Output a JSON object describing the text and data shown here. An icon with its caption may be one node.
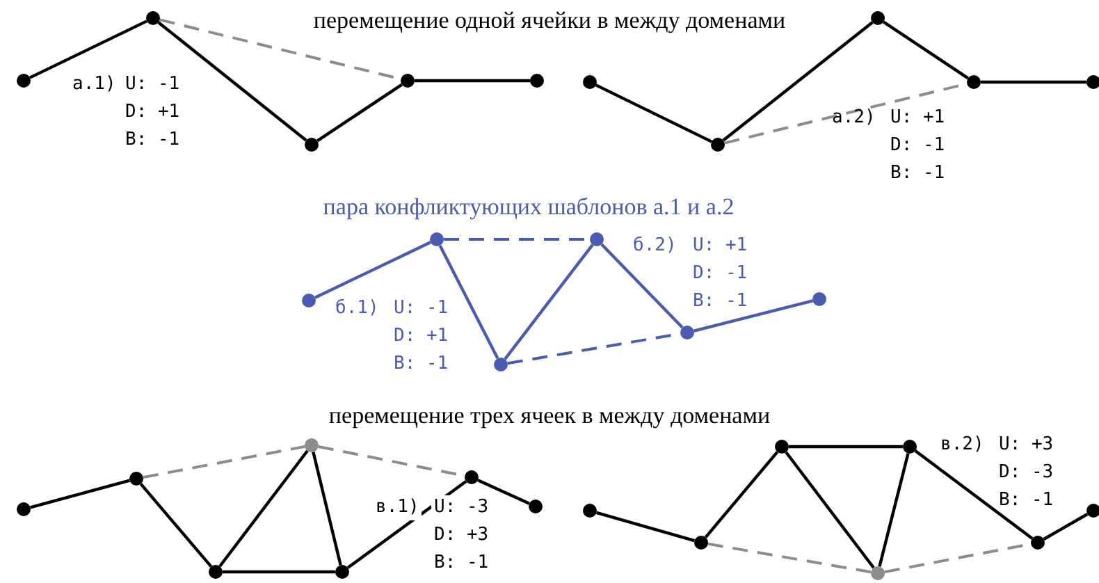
{
  "diagram": {
    "nodes": [
      {
        "text": [],
        "shape": "circle"
      },
      {
        "text": [],
        "shape": "circle"
      },
      {
        "text": [],
        "shape": "circle"
      },
      {
        "text": [],
        "shape": "circle"
      },
      {
        "text": [],
        "shape": "circle"
      },
      {
        "text": [],
        "shape": "circle"
      },
      {
        "text": [],
        "shape": "circle"
      },
      {
        "text": [],
        "shape": "circle"
      },
      {
        "text": [],
        "shape": "circle"
      },
      {
        "text": [],
        "shape": "circle"
      },
      {
        "text": [],
        "shape": "circle"
      },
      {
        "text": [],
        "shape": "circle"
      },
      {
        "text": [],
        "shape": "circle"
      },
      {
        "text": [],
        "shape": "circle"
      },
      {
        "text": [],
        "shape": "circle"
      },
      {
        "text": [],
        "shape": "circle"
      },
      {
        "text": [],
        "shape": "circle"
      },
      {
        "text": [],
        "shape": "circle"
      },
      {
        "text": [],
        "shape": "circle"
      },
      {
        "text": [],
        "shape": "circle"
      },
      {
        "text": [],
        "shape": "circle"
      },
      {
        "text": [],
        "shape": "circle"
      },
      {
        "text": [],
        "shape": "circle"
      },
      {
        "text": [],
        "shape": "circle"
      },
      {
        "text": [],
        "shape": "circle"
      },
      {
        "text": [],
        "shape": "circle"
      },
      {
        "text": [],
        "shape": "circle"
      },
      {
        "text": [],
        "shape": "circle"
      },
      {
        "text": [],
        "shape": "circle"
      },
      {
        "text": [],
        "shape": "circle"
      }
    ],
    "edges": [
      {
        "from": 0,
        "to": 1,
        "arrow": "none"
      },
      {
        "from": 1,
        "to": 2,
        "arrow": "none"
      },
      {
        "from": 2,
        "to": 3,
        "arrow": "none"
      },
      {
        "from": 3,
        "to": 4,
        "arrow": "none"
      },
      {
        "from": 1,
        "to": 3,
        "arrow": "none",
        "style": "dashed",
        "color": "#8c8c8c"
      },
      {
        "from": 5,
        "to": 6,
        "arrow": "none"
      },
      {
        "from": 6,
        "to": 7,
        "arrow": "none"
      },
      {
        "from": 7,
        "to": 8,
        "arrow": "none"
      },
      {
        "from": 8,
        "to": 9,
        "arrow": "none"
      },
      {
        "from": 6,
        "to": 8,
        "arrow": "none",
        "style": "dashed",
        "color": "#8c8c8c"
      },
      {
        "from": 10,
        "to": 11,
        "arrow": "none",
        "color": "#4a5cb0"
      },
      {
        "from": 11,
        "to": 12,
        "arrow": "none",
        "color": "#4a5cb0"
      },
      {
        "from": 12,
        "to": 13,
        "arrow": "none",
        "color": "#4a5cb0"
      },
      {
        "from": 13,
        "to": 14,
        "arrow": "none",
        "color": "#4a5cb0"
      },
      {
        "from": 14,
        "to": 15,
        "arrow": "none",
        "color": "#4a5cb0"
      },
      {
        "from": 11,
        "to": 13,
        "arrow": "none",
        "style": "dashed",
        "color": "#4a5cb0"
      },
      {
        "from": 12,
        "to": 14,
        "arrow": "none",
        "style": "dashed",
        "color": "#4a5cb0"
      },
      {
        "from": 16,
        "to": 17,
        "arrow": "none"
      },
      {
        "from": 17,
        "to": 18,
        "arrow": "none"
      },
      {
        "from": 18,
        "to": 19,
        "arrow": "none"
      },
      {
        "from": 19,
        "to": 21,
        "arrow": "none"
      },
      {
        "from": 21,
        "to": 22,
        "arrow": "none"
      },
      {
        "from": 20,
        "to": 18,
        "arrow": "none"
      },
      {
        "from": 20,
        "to": 19,
        "arrow": "none"
      },
      {
        "from": 17,
        "to": 20,
        "arrow": "none",
        "style": "dashed",
        "color": "#8c8c8c"
      },
      {
        "from": 20,
        "to": 21,
        "arrow": "none",
        "style": "dashed",
        "color": "#8c8c8c"
      },
      {
        "from": 23,
        "to": 24,
        "arrow": "none"
      },
      {
        "from": 24,
        "to": 25,
        "arrow": "none"
      },
      {
        "from": 25,
        "to": 26,
        "arrow": "none"
      },
      {
        "from": 26,
        "to": 27,
        "arrow": "none"
      },
      {
        "from": 27,
        "to": 28,
        "arrow": "none"
      },
      {
        "from": 25,
        "to": 29,
        "arrow": "none"
      },
      {
        "from": 26,
        "to": 29,
        "arrow": "none"
      },
      {
        "from": 24,
        "to": 29,
        "arrow": "none",
        "style": "dashed",
        "color": "#8c8c8c"
      },
      {
        "from": 29,
        "to": 27,
        "arrow": "none",
        "style": "dashed",
        "color": "#8c8c8c"
      }
    ],
    "labels": [
      "перемещение одной ячейки в между доменами",
      "а.1)",
      "U: -1",
      "D: +1",
      "B: -1",
      "а.2)",
      "U: +1",
      "D: -1",
      "B: -1",
      "пара конфликтующих шаблонов а.1 и а.2",
      "б.1)",
      "U: -1",
      "D: +1",
      "B: -1",
      "б.2)",
      "U: +1",
      "D: -1",
      "B: -1",
      "перемещение трех ячеек в между доменами",
      "в.1)",
      "U: -3",
      "D: +3",
      "B: -1",
      "в.2)",
      "U: +3",
      "D: -3",
      "B: -1"
    ]
  }
}
